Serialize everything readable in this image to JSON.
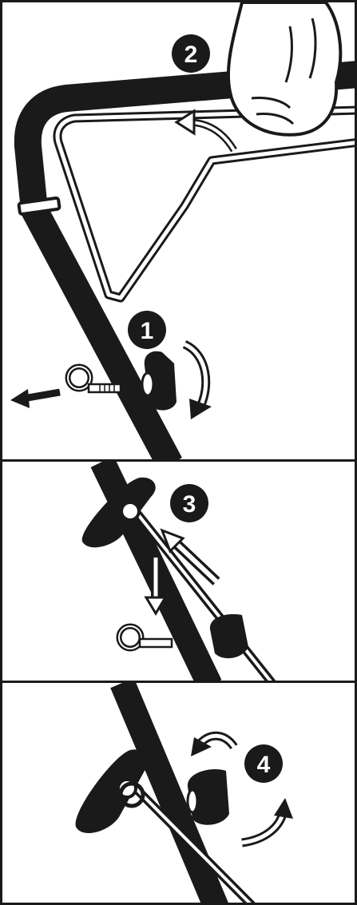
{
  "steps": {
    "step1": "1",
    "step2": "2",
    "step3": "3",
    "step4": "4"
  },
  "colors": {
    "ink": "#1a1a1a",
    "paper": "#ffffff"
  },
  "icons": [
    "hand-icon",
    "eye-bolt-icon",
    "knob-icon",
    "curved-arrow-icon",
    "straight-arrow-icon"
  ]
}
